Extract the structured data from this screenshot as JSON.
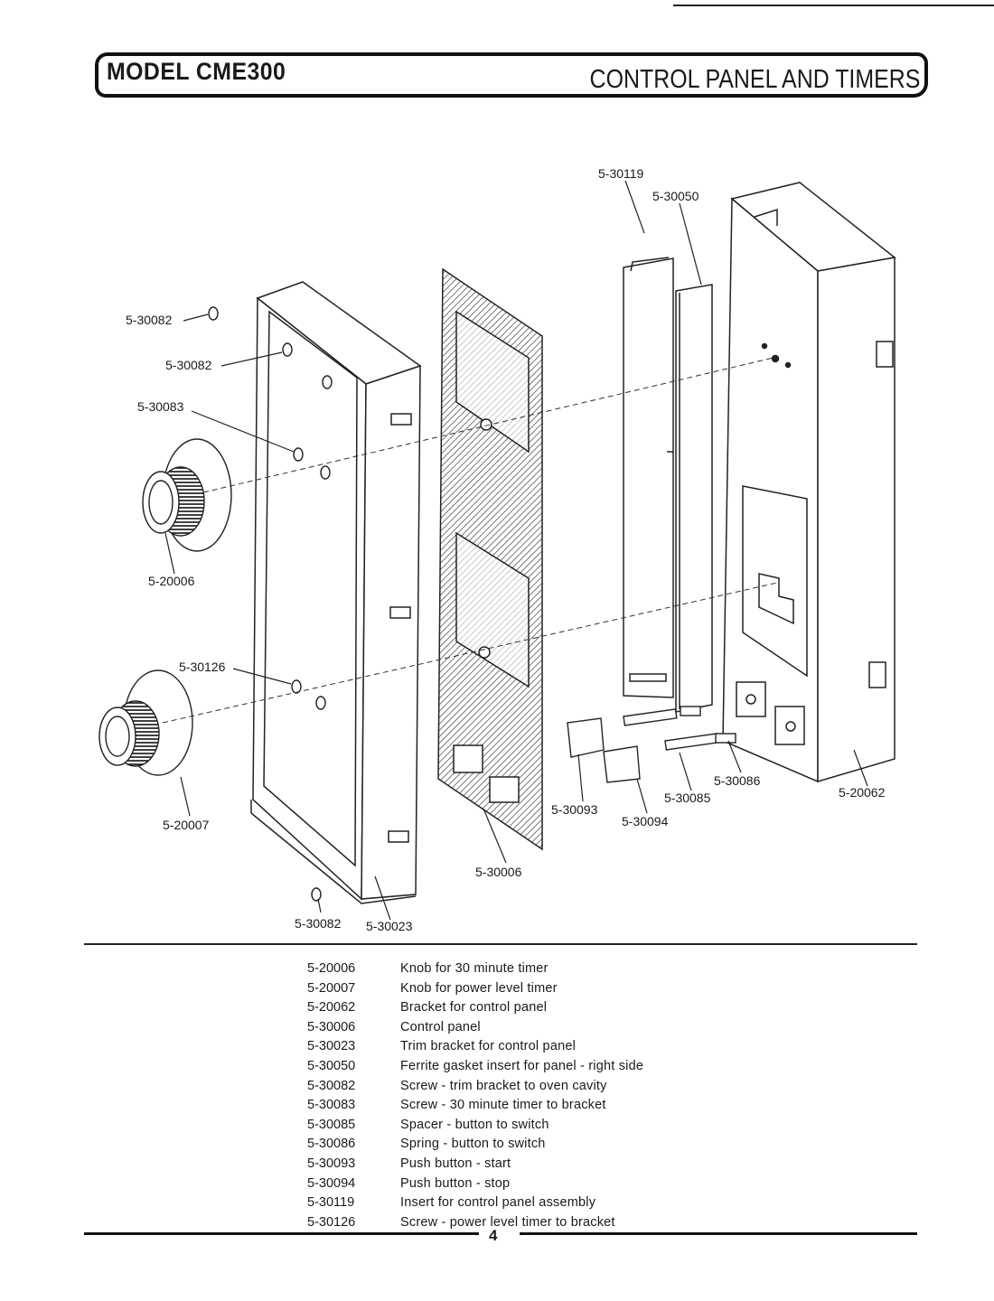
{
  "header": {
    "model": "MODEL CME300",
    "section": "CONTROL PANEL AND TIMERS"
  },
  "diagram": {
    "callouts": {
      "p30119": "5-30119",
      "p30050": "5-30050",
      "p30082a": "5-30082",
      "p30082b": "5-30082",
      "p30083": "5-30083",
      "p20006": "5-20006",
      "p30126": "5-30126",
      "p20007": "5-20007",
      "p30082c": "5-30082",
      "p30023": "5-30023",
      "p30006": "5-30006",
      "p30093": "5-30093",
      "p30094": "5-30094",
      "p30085": "5-30085",
      "p30086": "5-30086",
      "p20062": "5-20062"
    }
  },
  "parts": [
    {
      "code": "5-20006",
      "description": "Knob for 30 minute timer"
    },
    {
      "code": "5-20007",
      "description": "Knob for power level timer"
    },
    {
      "code": "5-20062",
      "description": "Bracket for control panel"
    },
    {
      "code": "5-30006",
      "description": "Control panel"
    },
    {
      "code": "5-30023",
      "description": "Trim bracket for control panel"
    },
    {
      "code": "5-30050",
      "description": "Ferrite gasket insert for panel - right side"
    },
    {
      "code": "5-30082",
      "description": "Screw - trim bracket to oven cavity"
    },
    {
      "code": "5-30083",
      "description": "Screw - 30 minute timer to bracket"
    },
    {
      "code": "5-30085",
      "description": "Spacer - button to switch"
    },
    {
      "code": "5-30086",
      "description": "Spring - button to switch"
    },
    {
      "code": "5-30093",
      "description": "Push button - start"
    },
    {
      "code": "5-30094",
      "description": "Push button - stop"
    },
    {
      "code": "5-30119",
      "description": "Insert for control panel assembly"
    },
    {
      "code": "5-30126",
      "description": "Screw - power level timer to bracket"
    }
  ],
  "footer": {
    "page_number": "4"
  }
}
